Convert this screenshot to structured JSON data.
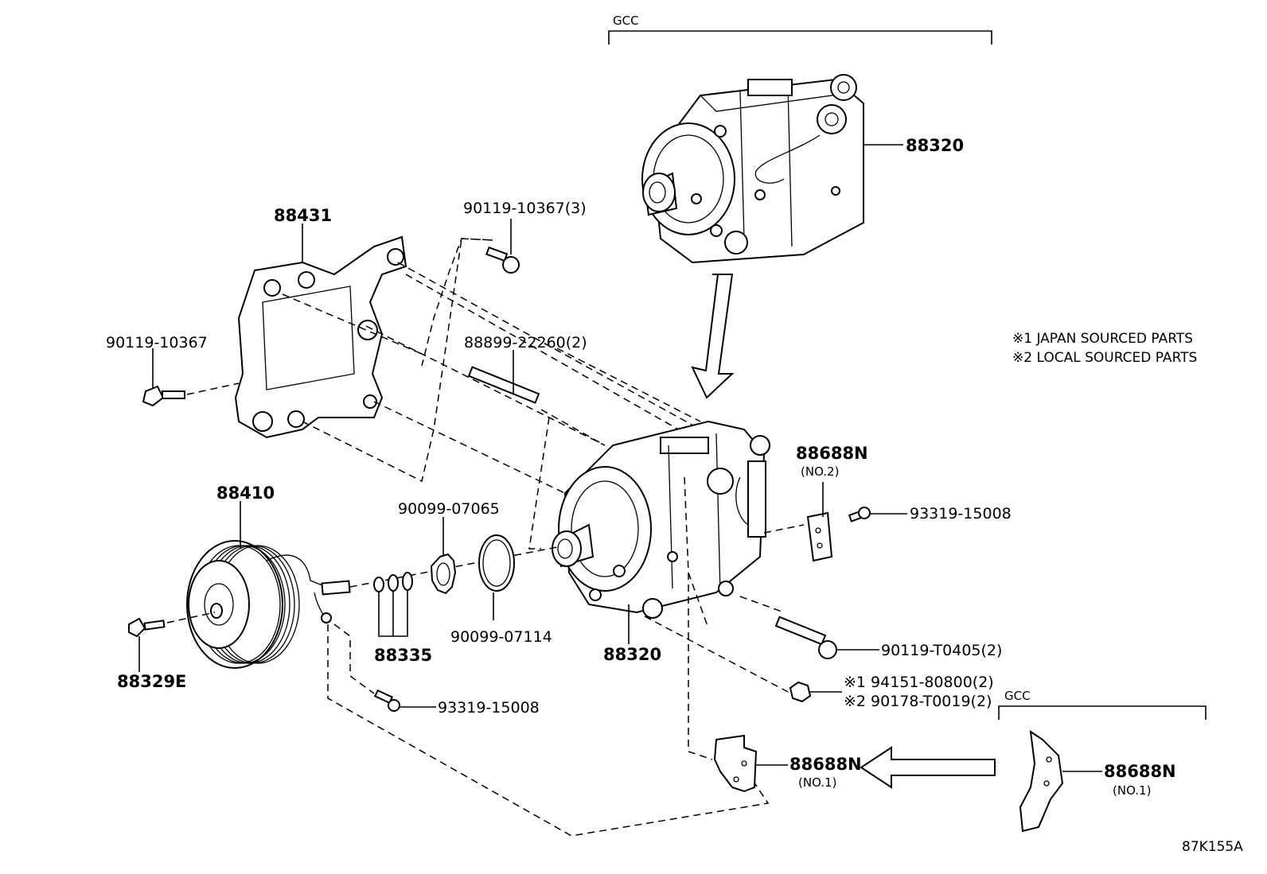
{
  "diagram": {
    "group_label_top": "GCC",
    "group_label_right": "GCC",
    "figure_code": "87K155A",
    "legend": {
      "note1": "※1 JAPAN SOURCED PARTS",
      "note2": "※2 LOCAL SOURCED PARTS"
    },
    "labels": {
      "compressor_top": "88320",
      "compressor_main": "88320",
      "bracket": "88431",
      "bolt_bracket": "90119-10367",
      "bolt_top3": "90119-10367(3)",
      "stud": "88899-22260(2)",
      "clutch": "88410",
      "clutch_bolt": "88329E",
      "shims": "88335",
      "snap_ring_1": "90099-07065",
      "snap_ring_2": "90099-07114",
      "screw_lower": "93319-15008",
      "screw_right": "93319-15008",
      "bracket_no2": "88688N",
      "bracket_no2_sub": "(NO.2)",
      "bolt_long": "90119-T0405(2)",
      "nut_jp": "※1 94151-80800(2)",
      "nut_local": "※2 90178-T0019(2)",
      "bracket_no1": "88688N",
      "bracket_no1_sub": "(NO.1)",
      "bracket_no1_gcc": "88688N",
      "bracket_no1_gcc_sub": "(NO.1)"
    }
  }
}
